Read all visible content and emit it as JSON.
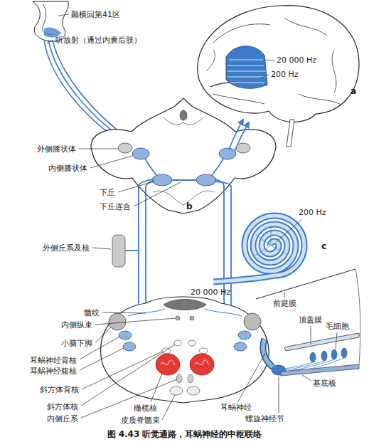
{
  "diagram": {
    "caption": "图 4.43 听觉通路，耳蜗神经的中枢联络",
    "labels": [
      "颞横回第41区",
      "听放射（通过内囊后肢）",
      "20 000 Hz",
      "200 Hz",
      "a",
      "外侧膝状体",
      "内侧膝状体",
      "下丘",
      "下丘连合",
      "b",
      "200 Hz",
      "c",
      "20 000 Hz",
      "外侧丘系及核",
      "髓纹",
      "内侧纵束",
      "小脑下脚",
      "耳蜗神经背核",
      "耳蜗神经腹核",
      "斜方体背核",
      "斜方体核",
      "内侧丘系",
      "橄榄核",
      "皮质脊髓束",
      "前庭膜",
      "顶盖膜",
      "毛细胞",
      "耳蜗神经",
      "螺旋神经节",
      "基底板"
    ]
  }
}
